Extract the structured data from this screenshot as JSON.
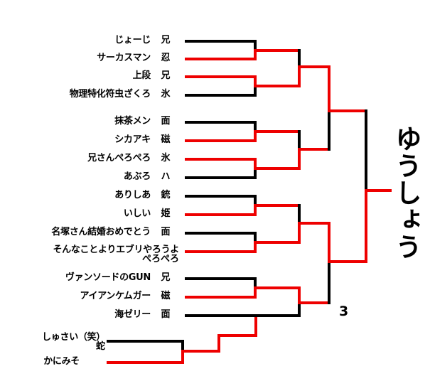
{
  "title": "ゆうしょう",
  "colors": {
    "winner_line": "#ee0000",
    "loser_line": "#000000",
    "background": "#ffffff",
    "text": "#000000"
  },
  "annotations": {
    "third_place": "3",
    "champion": "ゆうしょう"
  },
  "entrants": [
    {
      "name": "じょーじ",
      "class": "兄",
      "result": "lose"
    },
    {
      "name": "サーカスマン",
      "class": "忍",
      "result": "win"
    },
    {
      "name": "上段",
      "class": "兄",
      "result": "win"
    },
    {
      "name": "物理特化符虫ざくろ",
      "class": "氷",
      "result": "lose"
    },
    {
      "name": "抹茶メン",
      "class": "面",
      "result": "lose"
    },
    {
      "name": "シカアキ",
      "class": "磁",
      "result": "win"
    },
    {
      "name": "兄さんぺろぺろ",
      "class": "氷",
      "result": "win"
    },
    {
      "name": "あぶろ",
      "class": "ハ",
      "result": "lose"
    },
    {
      "name": "ありしあ",
      "class": "銃",
      "result": "lose"
    },
    {
      "name": "いしい",
      "class": "姫",
      "result": "win"
    },
    {
      "name": "名塚さん結婚おめでとう",
      "class": "面",
      "result": "lose"
    },
    {
      "name": "そんなことよりエブリやろうよ",
      "class": "ぺろぺろ",
      "result": "win",
      "stacked": true
    },
    {
      "name": "ヴァンソードのGUN",
      "class": "兄",
      "result": "lose"
    },
    {
      "name": "アイアンケムガー",
      "class": "磁",
      "result": "win"
    },
    {
      "name": "海ゼリー",
      "class": "面",
      "result": "lose"
    },
    {
      "name": "しゅさい（笑）",
      "class": "蛇",
      "result": "lose",
      "stacked": true
    },
    {
      "name": "かにみそ",
      "class": "",
      "result": "win"
    }
  ]
}
